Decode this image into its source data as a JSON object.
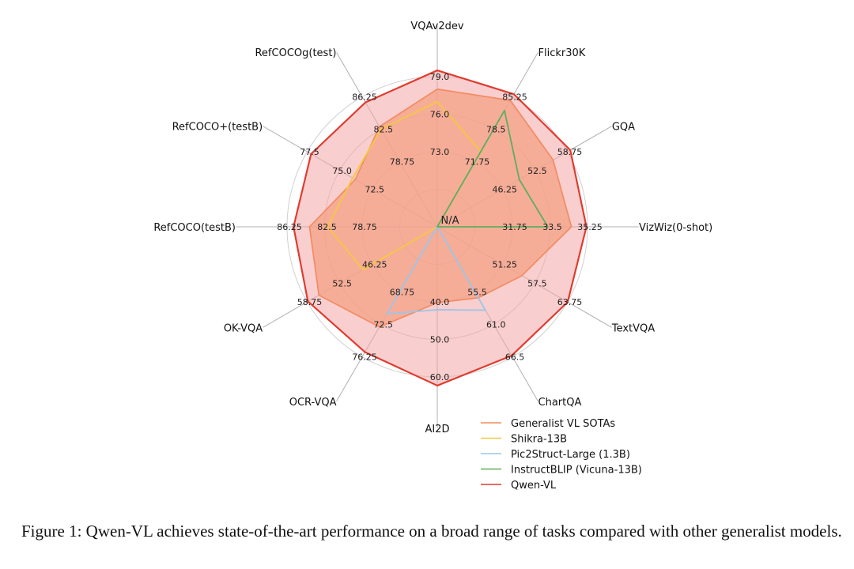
{
  "chart_data": {
    "type": "radar",
    "axes": [
      "VQAv2dev",
      "Flickr30K",
      "GQA",
      "VizWiz(0-shot)",
      "TextVQA",
      "ChartQA",
      "AI2D",
      "OCR-VQA",
      "OK-VQA",
      "RefCOCO(testB)",
      "RefCOCO+(testB)",
      "RefCOCOg(test)"
    ],
    "ring_labels": [
      [
        "73.0",
        "76.0",
        "79.0"
      ],
      [
        "71.75",
        "78.5",
        "85.25"
      ],
      [
        "46.25",
        "52.5",
        "58.75"
      ],
      [
        "31.75",
        "33.5",
        "35.25"
      ],
      [
        "51.25",
        "57.5",
        "63.75"
      ],
      [
        "55.5",
        "61.0",
        "66.5"
      ],
      [
        "40.0",
        "50.0",
        "60.0"
      ],
      [
        "68.75",
        "72.5",
        "76.25"
      ],
      [
        "46.25",
        "52.5",
        "58.75"
      ],
      [
        "78.75",
        "82.5",
        "86.25"
      ],
      [
        "72.5",
        "75.0",
        "77.5"
      ],
      [
        "78.75",
        "82.5",
        "86.25"
      ]
    ],
    "center_label": "N/A",
    "series": [
      {
        "name": "Generalist VL SOTAs",
        "color": "#f28c62",
        "fill": true,
        "values": [
          78.0,
          84.5,
          56.0,
          34.5,
          55.0,
          56.5,
          40.2,
          72.8,
          56.5,
          84.0,
          73.8,
          82.8
        ]
      },
      {
        "name": "Shikra-13B",
        "color": "#f5c842",
        "fill": false,
        "values": [
          77.0,
          73.9,
          null,
          null,
          null,
          null,
          null,
          null,
          48.0,
          82.2,
          74.0,
          82.5
        ]
      },
      {
        "name": "Pic2Struct-Large (1.3B)",
        "color": "#9ec5e8",
        "fill": false,
        "values": [
          null,
          null,
          null,
          null,
          null,
          58.6,
          42.1,
          71.3,
          null,
          null,
          null,
          null
        ]
      },
      {
        "name": "InstructBLIP (Vicuna-13B)",
        "color": "#5fae5f",
        "fill": false,
        "values": [
          null,
          82.4,
          49.5,
          33.4,
          null,
          null,
          null,
          null,
          null,
          null,
          null,
          null
        ]
      },
      {
        "name": "Qwen-VL",
        "color": "#e03b2f",
        "fill": true,
        "values": [
          79.5,
          85.8,
          59.3,
          35.2,
          63.8,
          66.3,
          62.3,
          75.7,
          58.6,
          85.6,
          77.2,
          85.6
        ]
      }
    ],
    "fill_color": "#f4a6a6",
    "legend_placement": "bottom-right"
  },
  "caption": {
    "text": "Figure 1: Qwen-VL achieves state-of-the-art performance on a broad range of tasks compared with other generalist models."
  }
}
